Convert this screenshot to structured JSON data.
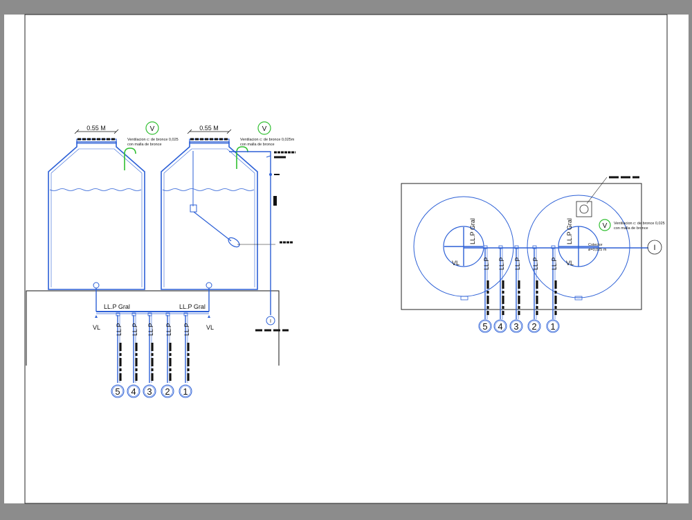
{
  "colors": {
    "background": "#8c8c8c",
    "paper": "#ffffff",
    "pipe_blue": "#2b5fd6",
    "vent_green": "#2fbf2f",
    "text": "#111111"
  },
  "elevation": {
    "dimension_left": "0.55  M",
    "dimension_right": "0.55  M",
    "vent_symbol": "V",
    "vent_note_line1_left": "Ventilacion c: de bronce 0,025",
    "vent_note_line2_left": "con malla de bronce",
    "vent_note_line1_right": "Ventilacion c: de bronce 0,025m",
    "vent_note_line2_right": "con malla de bronce",
    "manifold_label_left": "LL.P Gral",
    "manifold_label_right": "LL.P Gral",
    "valve_left": "VL",
    "valve_right": "VL",
    "riser_label": "LL.P",
    "outlets": [
      "5",
      "4",
      "3",
      "2",
      "1"
    ],
    "inlet_symbol": "I"
  },
  "plan": {
    "gral_label": "LL.P Gral",
    "riser_label": "LL.P",
    "valve_left": "VL",
    "valve_right": "VL",
    "vent_symbol": "V",
    "vent_note_line1": "Ventilacion c: de bronce 0,025",
    "vent_note_line2": "con malla de bronce",
    "collector_line1": "Colector",
    "collector_line2": "ø=0,025 m",
    "outlets": [
      "5",
      "4",
      "3",
      "2",
      "1"
    ],
    "inlet_symbol": "I"
  }
}
